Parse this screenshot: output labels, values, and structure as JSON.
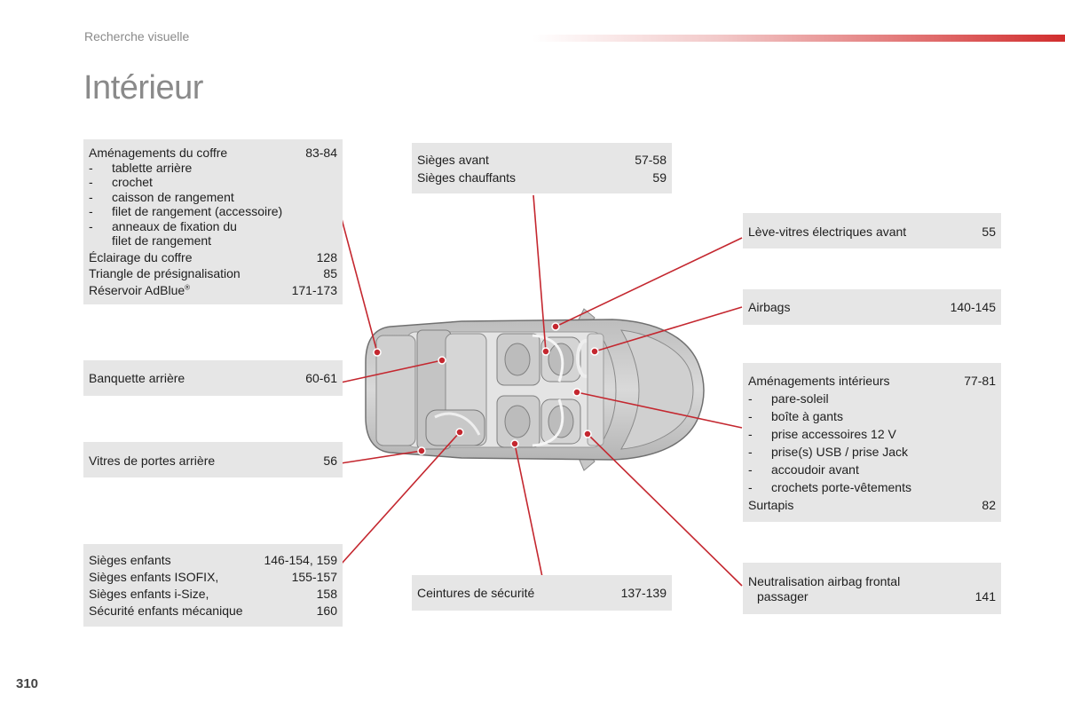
{
  "header": {
    "section": "Recherche visuelle"
  },
  "title": "Intérieur",
  "page_number": "310",
  "boxes": {
    "coffre": {
      "title": "Aménagements du coffre",
      "title_pages": "83-84",
      "items": [
        "tablette arrière",
        "crochet",
        "caisson de rangement",
        "filet de rangement (accessoire)",
        "anneaux de fixation du"
      ],
      "item_cont": "filet de rangement",
      "eclairage": "Éclairage du coffre",
      "eclairage_pages": "128",
      "triangle": "Triangle de présignalisation",
      "triangle_pages": "85",
      "adblue": "Réservoir AdBlue",
      "adblue_mark": "®",
      "adblue_pages": "171-173"
    },
    "sieges_avant": {
      "l1": "Sièges avant",
      "p1": "57-58",
      "l2": "Sièges chauffants",
      "p2": "59"
    },
    "leve_vitres": {
      "label": "Lève-vitres électriques avant",
      "pages": "55"
    },
    "airbags": {
      "label": "Airbags",
      "pages": "140-145"
    },
    "banquette": {
      "label": "Banquette arrière",
      "pages": "60-61"
    },
    "interieurs": {
      "title": "Aménagements intérieurs",
      "title_pages": "77-81",
      "items": [
        "pare-soleil",
        "boîte à gants",
        "prise accessoires 12 V",
        "prise(s) USB / prise Jack",
        "accoudoir avant",
        "crochets porte-vêtements"
      ],
      "surtapis": "Surtapis",
      "surtapis_pages": "82"
    },
    "vitres_arriere": {
      "label": "Vitres de portes arrière",
      "pages": "56"
    },
    "enfants": {
      "l1": "Sièges enfants",
      "p1": "146-154, 159",
      "l2": "Sièges enfants ISOFIX,",
      "p2": "155-157",
      "l3": "Sièges enfants i-Size,",
      "p3": "158",
      "l4": "Sécurité enfants mécanique",
      "p4": "160"
    },
    "ceintures": {
      "label": "Ceintures de sécurité",
      "pages": "137-139"
    },
    "neutralisation": {
      "l1": "Neutralisation airbag frontal",
      "l2": "passager",
      "pages": "141"
    }
  },
  "colors": {
    "callout": "#c4272f",
    "box": "#e6e6e6",
    "header_gray": "#8a8a8a"
  }
}
